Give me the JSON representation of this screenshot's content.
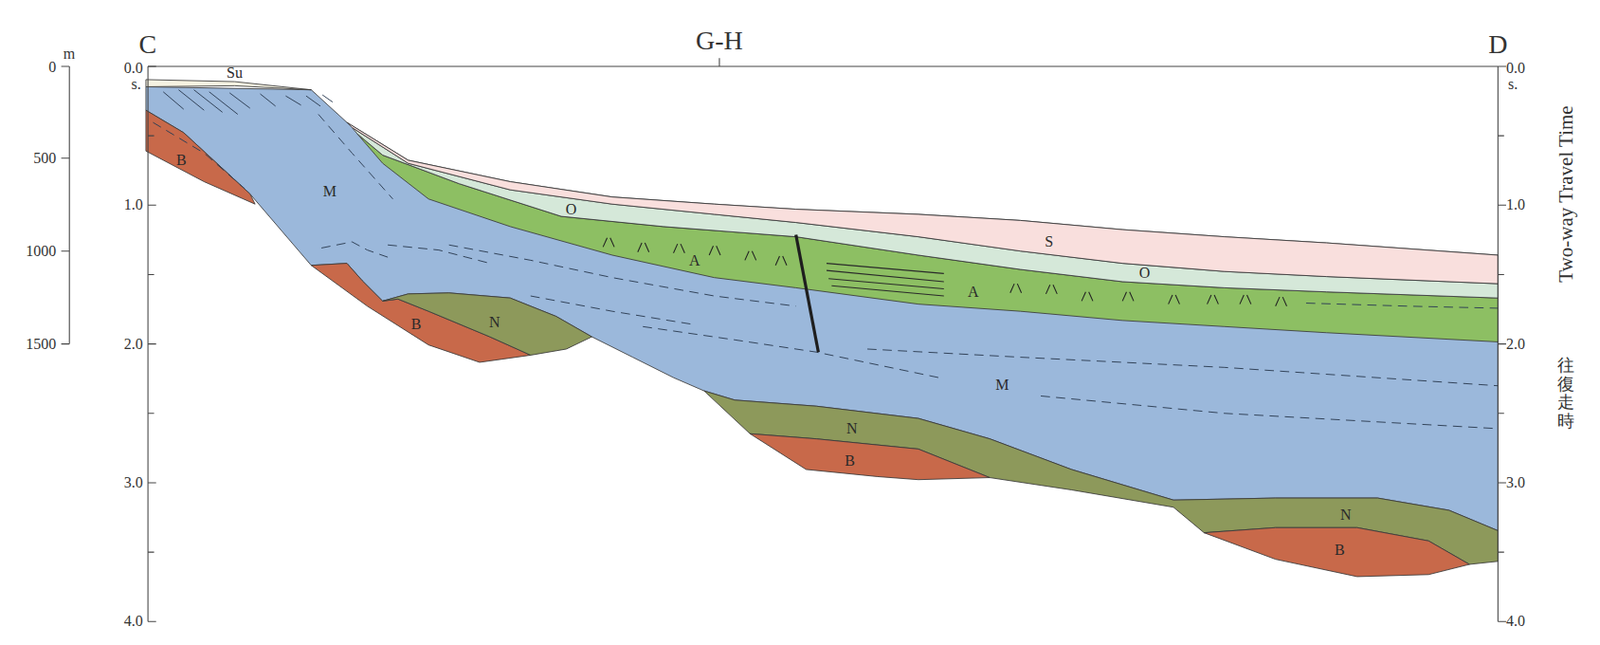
{
  "diagram": {
    "labels": [
      "C",
      "G-H",
      "D",
      "0.0",
      "s.",
      "1.0",
      "2.0",
      "3.0",
      "4.0",
      "0.0",
      "s.",
      "1.0",
      "2.0",
      "3.0",
      "4.0",
      "0",
      "m",
      "500",
      "1000",
      "1500",
      "Two-way Travel Time",
      "往復走時",
      "Su",
      "B",
      "M",
      "O",
      "S",
      "A",
      "O",
      "A",
      "N",
      "B",
      "M",
      "N",
      "B",
      "N",
      "B"
    ]
  }
}
